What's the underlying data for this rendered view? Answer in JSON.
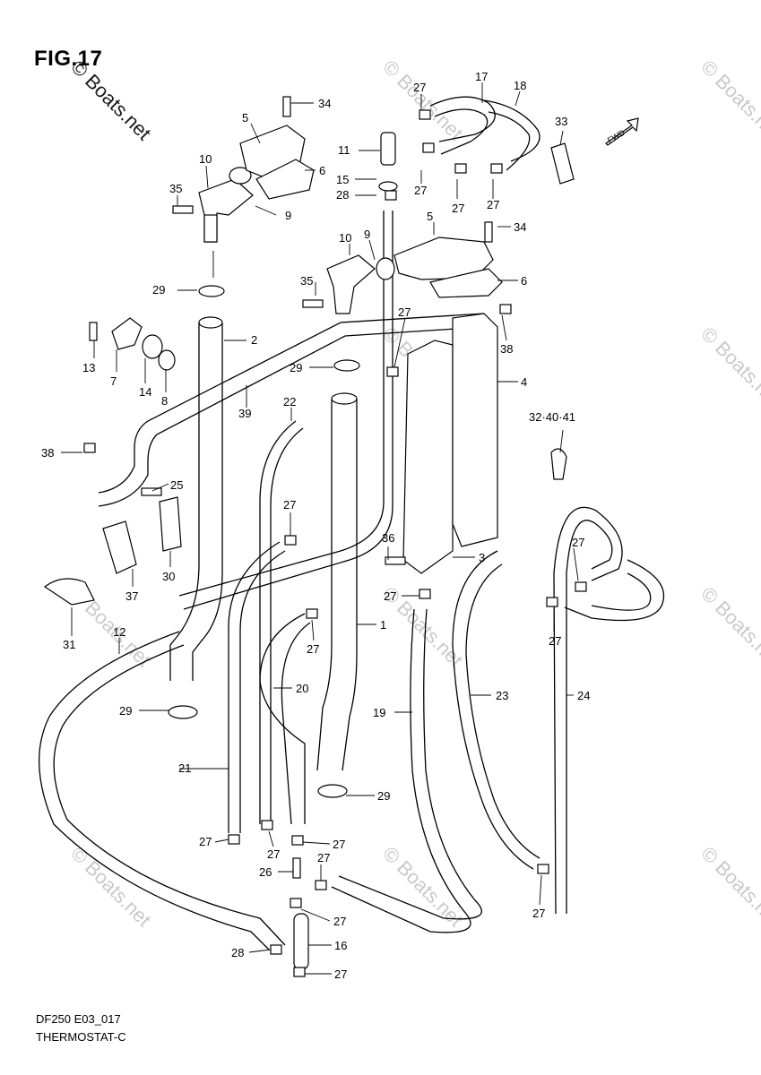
{
  "figure": {
    "title": "FIG.17",
    "model_code": "DF250 E03_017",
    "section": "THERMOSTAT-C",
    "fwd_label": "FWD"
  },
  "watermark": {
    "text": "© Boats.net"
  },
  "callouts": {
    "c1": "1",
    "c2": "2",
    "c3": "3",
    "c4": "4",
    "c5a": "5",
    "c5b": "5",
    "c6a": "6",
    "c6b": "6",
    "c7": "7",
    "c8": "8",
    "c9a": "9",
    "c9b": "9",
    "c10a": "10",
    "c10b": "10",
    "c11": "11",
    "c12": "12",
    "c13": "13",
    "c14": "14",
    "c15": "15",
    "c16": "16",
    "c17": "17",
    "c18": "18",
    "c19": "19",
    "c20": "20",
    "c21": "21",
    "c22": "22",
    "c23": "23",
    "c24": "24",
    "c25": "25",
    "c26": "26",
    "c27a": "27",
    "c27b": "27",
    "c27c": "27",
    "c27d": "27",
    "c27e": "27",
    "c27f": "27",
    "c27g": "27",
    "c27h": "27",
    "c27i": "27",
    "c27j": "27",
    "c27k": "27",
    "c27l": "27",
    "c27m": "27",
    "c27n": "27",
    "c27o": "27",
    "c27p": "27",
    "c27q": "27",
    "c28a": "28",
    "c28b": "28",
    "c29a": "29",
    "c29b": "29",
    "c29c": "29",
    "c29d": "29",
    "c30": "30",
    "c31": "31",
    "c32": "32·40·41",
    "c33": "33",
    "c34a": "34",
    "c34b": "34",
    "c35a": "35",
    "c35b": "35",
    "c36": "36",
    "c37": "37",
    "c38a": "38",
    "c38b": "38",
    "c39": "39"
  }
}
